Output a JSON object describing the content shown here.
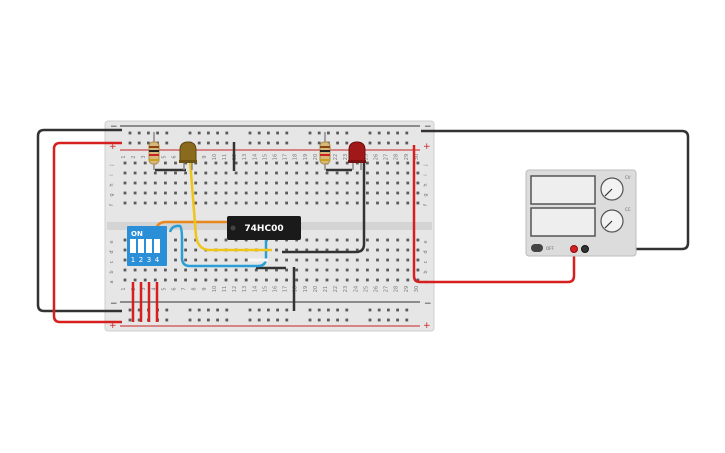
{
  "colors": {
    "background": "#ffffff",
    "breadboard": "#e6e6e6",
    "rail_red": "#cc2222",
    "rail_black": "#333333",
    "hole": "#555555",
    "wire_red": "#d62020",
    "wire_black": "#333333",
    "wire_yellow": "#f0c419",
    "wire_orange": "#e8871e",
    "wire_blue": "#2a9fd6",
    "dip": "#2b8fd8",
    "ic": "#1a1a1a",
    "led_yellow": "#8a6a1c",
    "led_red": "#a01818",
    "psu_body": "#dcdcdc"
  },
  "breadboard": {
    "rail_plus": "+",
    "rail_minus": "−",
    "column_numbers": [
      "1",
      "2",
      "3",
      "4",
      "5",
      "6",
      "7",
      "8",
      "9",
      "10",
      "11",
      "12",
      "13",
      "14",
      "15",
      "16",
      "17",
      "18",
      "19",
      "20",
      "21",
      "22",
      "23",
      "24",
      "25",
      "26",
      "27",
      "28",
      "29",
      "30"
    ],
    "row_letters_top": [
      "j",
      "i",
      "h",
      "g",
      "f"
    ],
    "row_letters_bottom": [
      "e",
      "d",
      "c",
      "b",
      "a"
    ]
  },
  "ic": {
    "label": "74HC00"
  },
  "dip_switch": {
    "label": "ON",
    "numbers": [
      "1",
      "2",
      "3",
      "4"
    ]
  },
  "power_supply": {
    "switch_label": "OFF",
    "knob_label_top": "CV",
    "knob_label_bottom": "CC"
  }
}
